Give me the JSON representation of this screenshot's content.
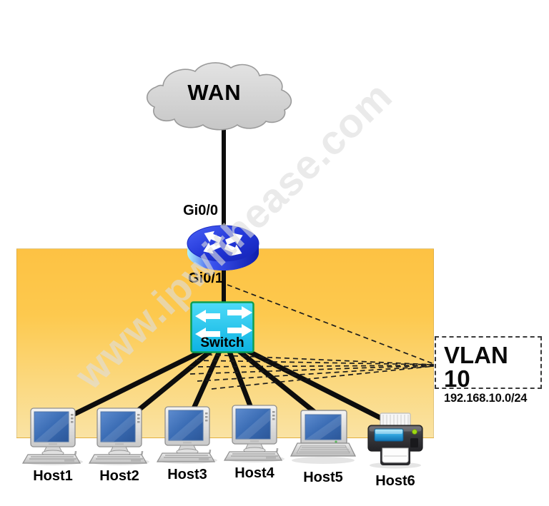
{
  "wan_label": "WAN",
  "router": {
    "top_interface": "Gi0/0",
    "bottom_interface": "Gi0/1"
  },
  "switch_label": "Switch",
  "vlan": {
    "name": "VLAN 10",
    "subnet": "192.168.10.0/24"
  },
  "hosts": [
    {
      "label": "Host1",
      "type": "desktop"
    },
    {
      "label": "Host2",
      "type": "desktop"
    },
    {
      "label": "Host3",
      "type": "desktop"
    },
    {
      "label": "Host4",
      "type": "desktop"
    },
    {
      "label": "Host5",
      "type": "laptop"
    },
    {
      "label": "Host6",
      "type": "printer"
    }
  ],
  "watermark": "www.ipwithease.com",
  "colors": {
    "vlan_zone_top": "#fdc243",
    "vlan_zone_bottom": "#fae3a4",
    "switch_fill": "#29cdf4",
    "switch_border": "#0d9f52",
    "router_blue": "#2135d6",
    "router_cyan": "#9feef9",
    "cloud_fill": "#d6d6d6",
    "host_screen_blue": "#3a6cb4",
    "link_color": "#0d0d0d"
  }
}
